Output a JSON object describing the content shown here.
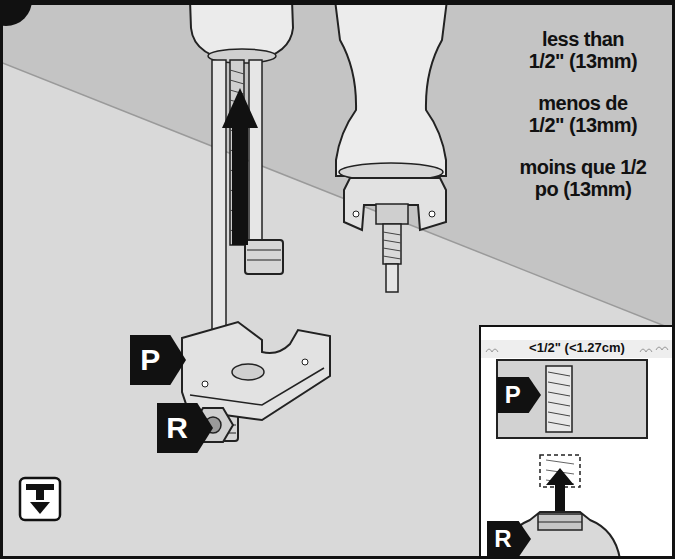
{
  "diagram": {
    "nodes": [
      {
        "text": [
          "P"
        ]
      },
      {
        "text": [
          "R"
        ]
      },
      {
        "text": [
          "<1/2\" (<1.27cm)"
        ]
      },
      {
        "text": [
          "P"
        ],
        "in": 2
      },
      {
        "text": [
          "R"
        ],
        "in": 2
      }
    ],
    "labels": [
      "less than 1/2\" (13mm)",
      "menos de 1/2\" (13mm)",
      "moins que 1/2 po (13mm)"
    ]
  }
}
